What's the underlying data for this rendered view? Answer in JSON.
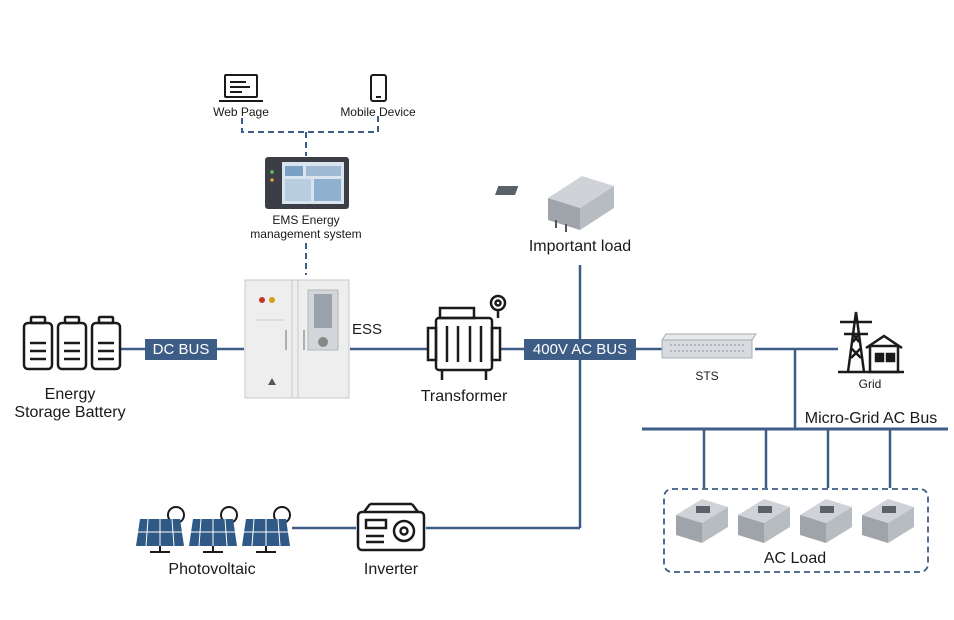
{
  "clients": {
    "web_page": "Web Page",
    "mobile_device": "Mobile Device"
  },
  "ems": {
    "line1": "EMS Energy",
    "line2": "management system"
  },
  "important_load": "Important load",
  "ess": "ESS",
  "dc_bus": "DC BUS",
  "battery": {
    "line1": "Energy",
    "line2": "Storage Battery"
  },
  "transformer": "Transformer",
  "ac_bus": "400V AC BUS",
  "sts": "STS",
  "grid": "Grid",
  "micro_grid_bus": "Micro-Grid AC Bus",
  "ac_load": "AC Load",
  "photovoltaic": "Photovoltaic",
  "inverter": "Inverter",
  "colors": {
    "line": "#3d5d86",
    "bus_fill": "#3d5d86",
    "icon": "#1a1a1a",
    "pv_panel": "#2f5a85"
  }
}
